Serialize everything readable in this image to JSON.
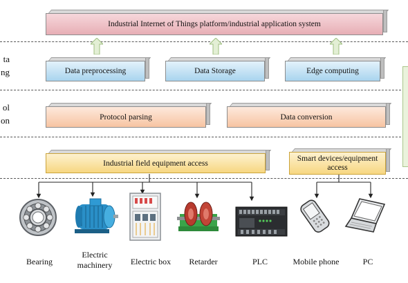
{
  "platform": {
    "label": "Industrial Internet of Things platform/industrial application system"
  },
  "layers": {
    "data": {
      "side_label_line1": "ta",
      "side_label_line2": "ng",
      "boxes": [
        "Data preprocessing",
        "Data Storage",
        "Edge computing"
      ]
    },
    "protocol": {
      "side_label_line1": "ol",
      "side_label_line2": "on",
      "boxes": [
        "Protocol parsing",
        "Data conversion"
      ]
    },
    "access": {
      "boxes": [
        "Industrial field equipment access",
        "Smart devices/equipment access"
      ]
    }
  },
  "devices": [
    {
      "label": "Bearing",
      "icon": "bearing-icon"
    },
    {
      "label": "Electric machinery",
      "icon": "electric-motor-icon"
    },
    {
      "label": "Electric box",
      "icon": "electric-box-icon"
    },
    {
      "label": "Retarder",
      "icon": "retarder-icon"
    },
    {
      "label": "PLC",
      "icon": "plc-icon"
    },
    {
      "label": "Mobile phone",
      "icon": "mobile-phone-icon"
    },
    {
      "label": "PC",
      "icon": "laptop-icon"
    }
  ],
  "colors": {
    "platform": "#e7aeb5",
    "data": "#a9d4ee",
    "protocol": "#f7c4a2",
    "access": "#f7d781",
    "arrow": "#b5d39a"
  }
}
